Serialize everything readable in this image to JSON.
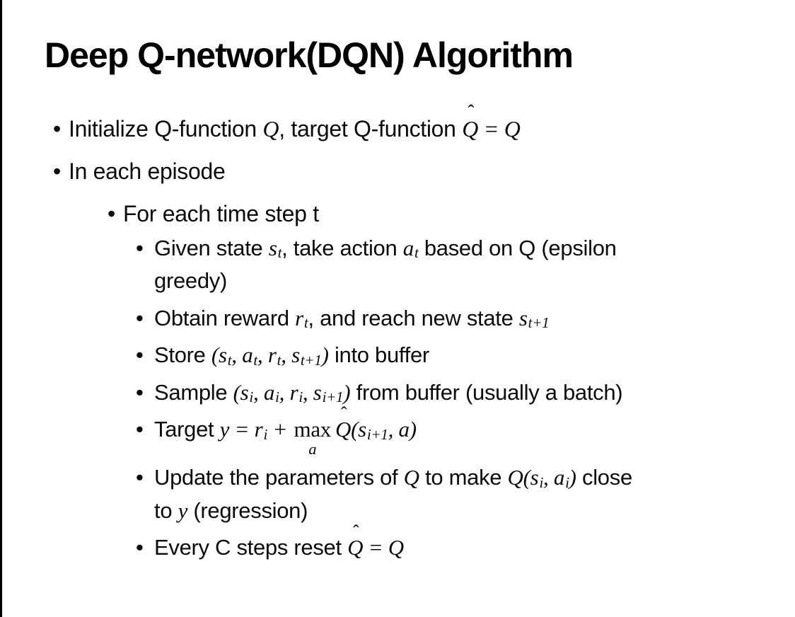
{
  "slide": {
    "title": "Deep Q-network(DQN) Algorithm",
    "background": "#ffffff",
    "border_color": "#000000",
    "text_color": "#0b0b0b",
    "bullet_glyph": "•",
    "hat_glyph": "ˆ"
  },
  "bullets": [
    {
      "level": 1,
      "segments": [
        {
          "style": "plain",
          "text": "Initialize Q-function "
        },
        {
          "style": "math",
          "text": "Q"
        },
        {
          "style": "plain",
          "text": ", target Q-function "
        },
        {
          "style": "mathhat",
          "text": "Q"
        },
        {
          "style": "math",
          "text": " = Q"
        }
      ]
    },
    {
      "level": 1,
      "segments": [
        {
          "style": "plain",
          "text": "In each episode"
        }
      ]
    },
    {
      "level": 2,
      "segments": [
        {
          "style": "plain",
          "text": "For each time step t"
        }
      ]
    },
    {
      "level": 3,
      "segments": [
        {
          "style": "plain",
          "text": "Given state "
        },
        {
          "style": "math",
          "text": "s"
        },
        {
          "style": "sub",
          "text": "t"
        },
        {
          "style": "plain",
          "text": ", take action "
        },
        {
          "style": "math",
          "text": "a"
        },
        {
          "style": "sub",
          "text": "t"
        },
        {
          "style": "plain",
          "text": " based on Q (epsilon"
        },
        {
          "style": "br"
        },
        {
          "style": "plain",
          "text": "greedy)"
        }
      ]
    },
    {
      "level": 3,
      "segments": [
        {
          "style": "plain",
          "text": "Obtain reward "
        },
        {
          "style": "math",
          "text": "r"
        },
        {
          "style": "sub",
          "text": "t"
        },
        {
          "style": "plain",
          "text": ", and reach new state "
        },
        {
          "style": "math",
          "text": "s"
        },
        {
          "style": "sub",
          "text": "t+1"
        }
      ]
    },
    {
      "level": 3,
      "segments": [
        {
          "style": "plain",
          "text": "Store "
        },
        {
          "style": "math",
          "text": "("
        },
        {
          "style": "math",
          "text": "s"
        },
        {
          "style": "sub",
          "text": "t"
        },
        {
          "style": "math",
          "text": ", "
        },
        {
          "style": "math",
          "text": "a"
        },
        {
          "style": "sub",
          "text": "t"
        },
        {
          "style": "math",
          "text": ", "
        },
        {
          "style": "math",
          "text": "r"
        },
        {
          "style": "sub",
          "text": "t"
        },
        {
          "style": "math",
          "text": ", "
        },
        {
          "style": "math",
          "text": "s"
        },
        {
          "style": "sub",
          "text": "t+1"
        },
        {
          "style": "math",
          "text": ")"
        },
        {
          "style": "plain",
          "text": " into buffer"
        }
      ]
    },
    {
      "level": 3,
      "segments": [
        {
          "style": "plain",
          "text": "Sample "
        },
        {
          "style": "math",
          "text": "("
        },
        {
          "style": "math",
          "text": "s"
        },
        {
          "style": "sub",
          "text": "i"
        },
        {
          "style": "math",
          "text": ", "
        },
        {
          "style": "math",
          "text": "a"
        },
        {
          "style": "sub",
          "text": "i"
        },
        {
          "style": "math",
          "text": ", "
        },
        {
          "style": "math",
          "text": "r"
        },
        {
          "style": "sub",
          "text": "i"
        },
        {
          "style": "math",
          "text": ", "
        },
        {
          "style": "math",
          "text": "s"
        },
        {
          "style": "sub",
          "text": "i+1"
        },
        {
          "style": "math",
          "text": ")"
        },
        {
          "style": "plain",
          "text": " from buffer (usually a batch)"
        }
      ]
    },
    {
      "level": 3,
      "segments": [
        {
          "style": "plain",
          "text": "Target "
        },
        {
          "style": "math",
          "text": "y"
        },
        {
          "style": "math",
          "text": " = "
        },
        {
          "style": "math",
          "text": "r"
        },
        {
          "style": "sub",
          "text": "i"
        },
        {
          "style": "math",
          "text": " + "
        },
        {
          "style": "maxunder",
          "text": "max",
          "under": "a"
        },
        {
          "style": "mathhat",
          "text": "Q"
        },
        {
          "style": "math",
          "text": "("
        },
        {
          "style": "math",
          "text": "s"
        },
        {
          "style": "sub",
          "text": "i+1"
        },
        {
          "style": "math",
          "text": ", "
        },
        {
          "style": "math",
          "text": "a"
        },
        {
          "style": "math",
          "text": ")"
        }
      ]
    },
    {
      "level": 3,
      "segments": [
        {
          "style": "plain",
          "text": "Update the parameters of "
        },
        {
          "style": "math",
          "text": "Q"
        },
        {
          "style": "plain",
          "text": " to make "
        },
        {
          "style": "math",
          "text": "Q"
        },
        {
          "style": "math",
          "text": "("
        },
        {
          "style": "math",
          "text": "s"
        },
        {
          "style": "sub",
          "text": "i"
        },
        {
          "style": "math",
          "text": ", "
        },
        {
          "style": "math",
          "text": "a"
        },
        {
          "style": "sub",
          "text": "i"
        },
        {
          "style": "math",
          "text": ")"
        },
        {
          "style": "plain",
          "text": " close"
        },
        {
          "style": "br"
        },
        {
          "style": "plain",
          "text": "to "
        },
        {
          "style": "math",
          "text": "y"
        },
        {
          "style": "plain",
          "text": " (regression)"
        }
      ]
    },
    {
      "level": 3,
      "segments": [
        {
          "style": "plain",
          "text": "Every C steps reset "
        },
        {
          "style": "mathhat",
          "text": "Q"
        },
        {
          "style": "math",
          "text": " = Q"
        }
      ]
    }
  ]
}
